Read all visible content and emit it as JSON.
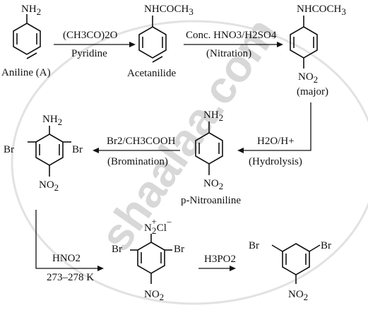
{
  "watermark": "shaalaa.com",
  "colors": {
    "ink": "#111111",
    "watermark": "#d8d8d8",
    "background": "#ffffff"
  },
  "compounds": {
    "aniline_group": "NH",
    "aniline_name": "Aniline (A)",
    "acetanilide_group": "NHCOCH",
    "acetanilide_name": "Acetanilide",
    "nitro_acetanilide_group": "NHCOCH",
    "nitro_acetanilide_nitro": "NO",
    "nitro_acetanilide_note": "(major)",
    "p_nitroaniline_group": "NH",
    "p_nitroaniline_nitro": "NO",
    "p_nitroaniline_name": "p-Nitroaniline",
    "dibromo_group": "NH",
    "dibromo_br_left": "Br",
    "dibromo_br_right": "Br",
    "dibromo_nitro": "NO",
    "diazonium_group": "N",
    "diazonium_br_left": "Br",
    "diazonium_br_right": "Br",
    "diazonium_nitro": "NO",
    "final_br_left": "Br",
    "final_br_right": "Br",
    "final_nitro": "NO"
  },
  "reagents": {
    "step1_top": "(CH3CO)2O",
    "step1_bottom": "Pyridine",
    "step2_top": "Conc. HNO3/H2SO4",
    "step2_bottom": "(Nitration)",
    "step3_top": "H2O/H+",
    "step3_bottom": "(Hydrolysis)",
    "step4_top": "Br2/CH3COOH",
    "step4_bottom": "(Bromination)",
    "step5_top": "HNO2",
    "step5_bottom": "273–278 K",
    "step6_top": "H3PO2"
  }
}
